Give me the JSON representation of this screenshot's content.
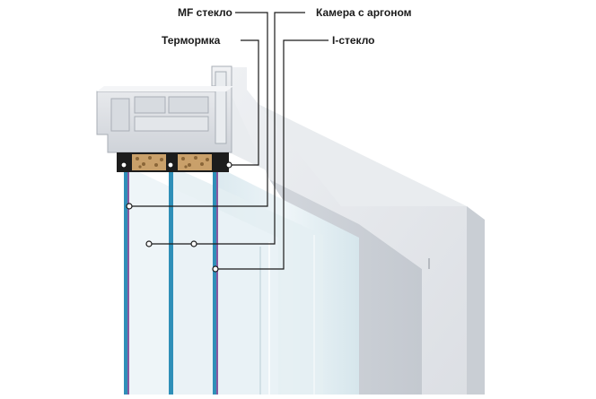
{
  "labels": {
    "mf_glass": "MF стекло",
    "thermo_frame": "Термормка",
    "argon_chamber": "Камера с аргоном",
    "i_glass": "I-стекло"
  },
  "colors": {
    "background": "#ffffff",
    "frame": "#dfe3e8",
    "glass": "#e6f1f5",
    "pane_edge_blue": "#2f8fb8",
    "pane_edge_purple": "#8a5aa0",
    "spacer": "#1c1c1c",
    "desiccant": "#c9a06a",
    "leader_line": "#1a1a1a"
  }
}
